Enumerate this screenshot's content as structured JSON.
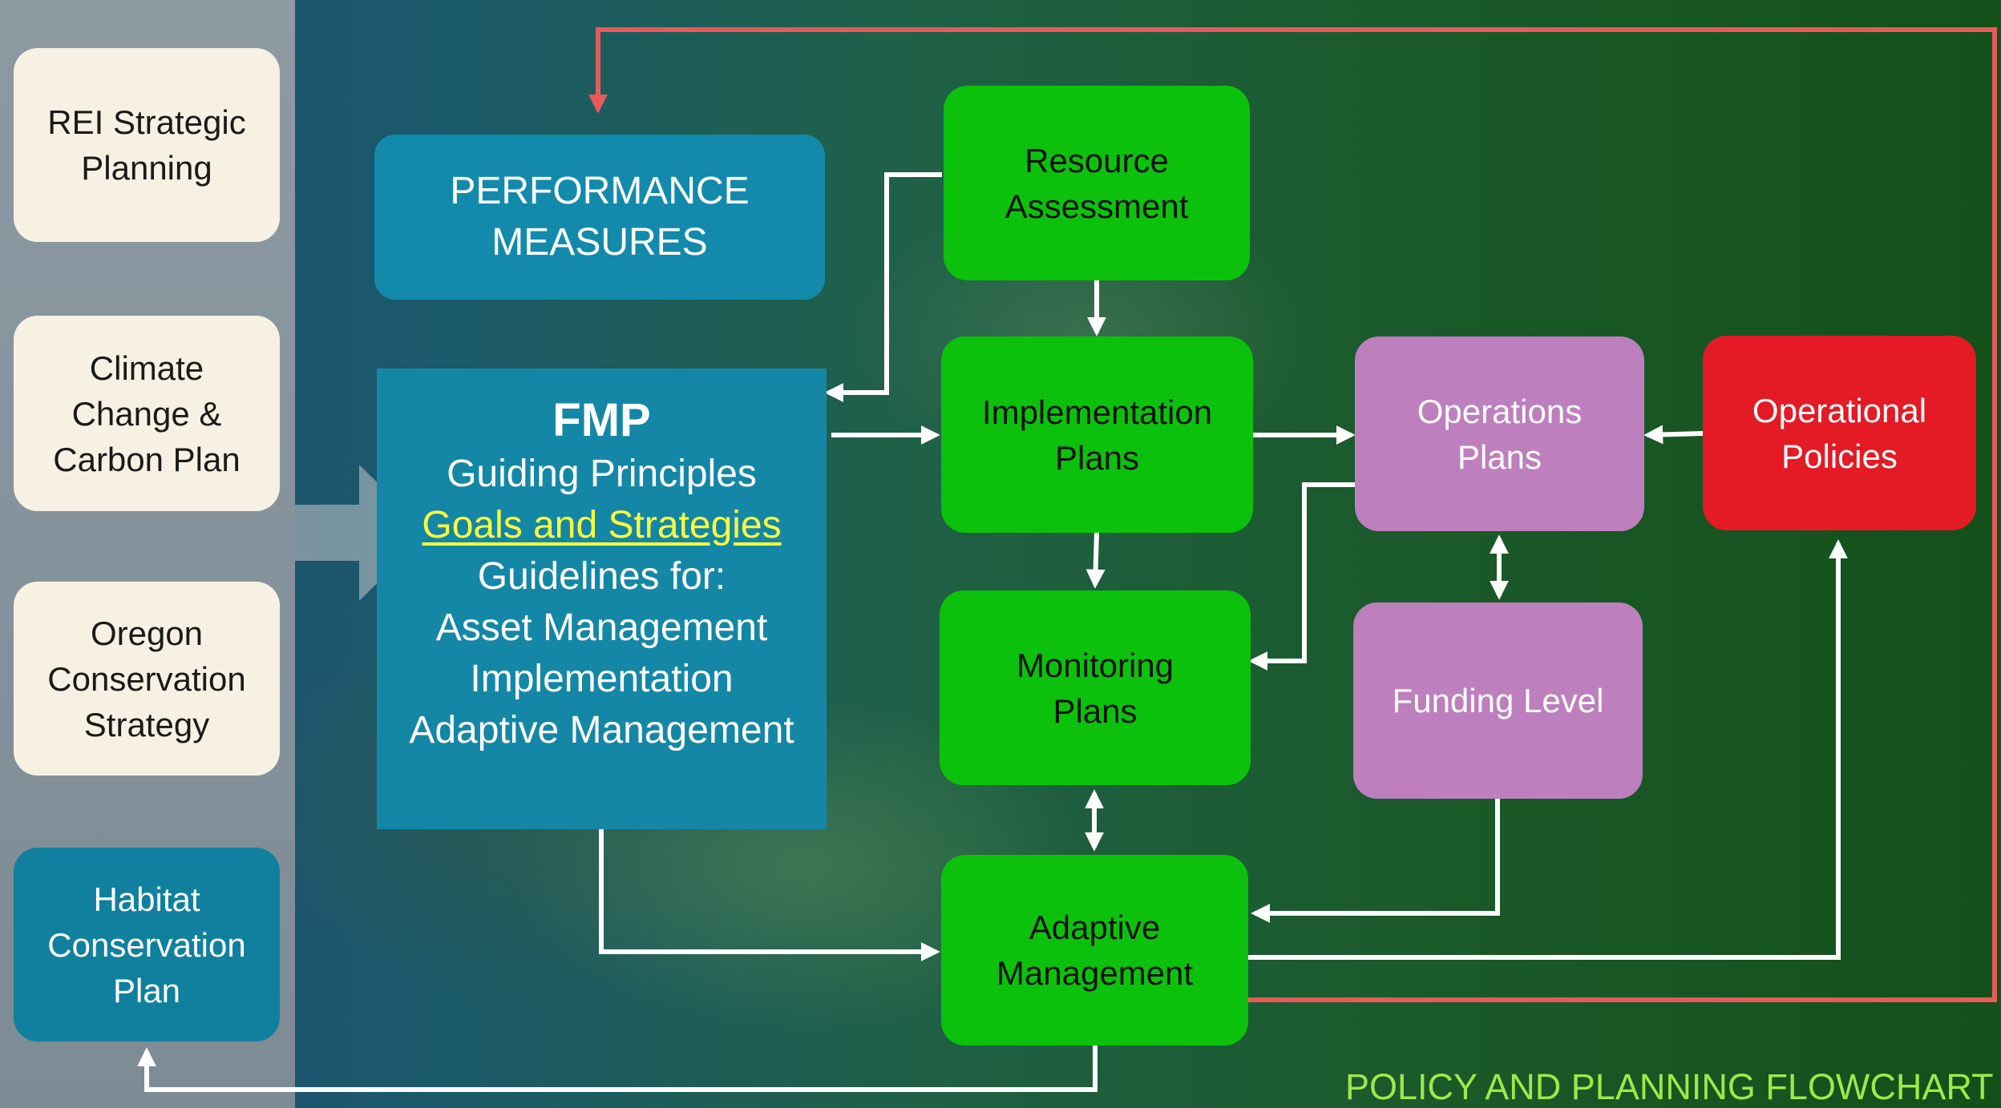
{
  "sidebar": {
    "items": [
      {
        "label": "REI Strategic\nPlanning"
      },
      {
        "label": "Climate\nChange &\nCarbon Plan"
      },
      {
        "label": "Oregon\nConservation\nStrategy"
      },
      {
        "label": "Habitat\nConservation\nPlan"
      }
    ]
  },
  "boxes": {
    "performance_measures": "PERFORMANCE\nMEASURES",
    "fmp": {
      "title": "FMP",
      "guiding_principles": "Guiding Principles",
      "goals_and_strategies": "Goals and Strategies",
      "guidelines_for": "Guidelines for:",
      "asset_management": "Asset Management",
      "implementation": "Implementation",
      "adaptive_management": "Adaptive Management"
    },
    "resource_assessment": "Resource\nAssessment",
    "implementation_plans": "Implementation\nPlans",
    "monitoring_plans": "Monitoring\nPlans",
    "adaptive_management": "Adaptive\nManagement",
    "operations_plans": "Operations\nPlans",
    "funding_level": "Funding Level",
    "operational_policies": "Operational\nPolicies"
  },
  "footer": {
    "caption": "POLICY AND PLANNING FLOWCHART"
  },
  "colors": {
    "green_box": "#0cc10c",
    "purple_box": "#bd7fbd",
    "red_box": "#e41a25",
    "teal_box": "#1487a7",
    "cream_box": "#f7f1e3",
    "feedback_line": "#e85a5a",
    "caption": "#9fe84a",
    "highlight": "#ffff3a"
  }
}
